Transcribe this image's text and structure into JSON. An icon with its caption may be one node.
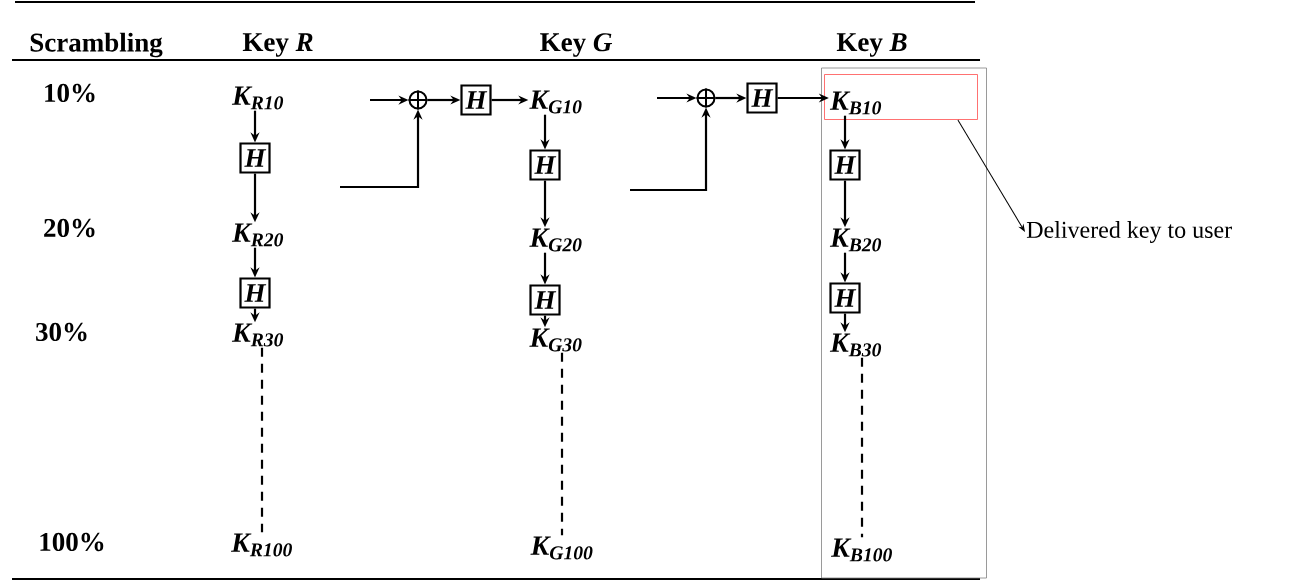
{
  "diagram": {
    "nodes": [
      {
        "text": [
          "K$_{R10}$"
        ]
      },
      {
        "text": [
          "H"
        ]
      },
      {
        "text": [
          "K$_{R20}$"
        ]
      },
      {
        "text": [
          "H"
        ]
      },
      {
        "text": [
          "K$_{R30}$"
        ]
      },
      {
        "text": [
          "K$_{R100}$"
        ]
      },
      {
        "text": [],
        "shape": "circle"
      },
      {
        "text": [
          "H"
        ]
      },
      {
        "text": [
          "K$_{G10}$"
        ]
      },
      {
        "text": [
          "H"
        ]
      },
      {
        "text": [
          "K$_{G20}$"
        ]
      },
      {
        "text": [
          "H"
        ]
      },
      {
        "text": [
          "K$_{G30}$"
        ]
      },
      {
        "text": [
          "K$_{G100}$"
        ]
      },
      {
        "text": [],
        "shape": "circle"
      },
      {
        "text": [
          "H"
        ]
      },
      {
        "text": [],
        "shape": "box"
      },
      {
        "text": [],
        "shape": "box",
        "in": 16
      },
      {
        "text": [
          "K$_{B10}$"
        ],
        "in": 17
      },
      {
        "text": [
          "H"
        ],
        "in": 16
      },
      {
        "text": [
          "K$_{B20}$"
        ],
        "in": 16
      },
      {
        "text": [
          "H"
        ],
        "in": 16
      },
      {
        "text": [
          "K$_{B30}$"
        ],
        "in": 16
      },
      {
        "text": [
          "K$_{B100}$"
        ],
        "in": 16
      },
      {
        "text": [
          "Delivered key to user"
        ]
      }
    ],
    "edges": [
      {
        "from": 0,
        "to": 1,
        "arrow": "to"
      },
      {
        "from": 1,
        "to": 2,
        "arrow": "to"
      },
      {
        "from": 2,
        "to": 3,
        "arrow": "to"
      },
      {
        "from": 3,
        "to": 4,
        "arrow": "to"
      },
      {
        "from": 4,
        "to": 5,
        "arrow": "none",
        "style": "dashed"
      },
      {
        "from": null,
        "to": 6,
        "arrow": "to"
      },
      {
        "from": null,
        "to": 6,
        "arrow": "to"
      },
      {
        "from": 6,
        "to": 7,
        "arrow": "to"
      },
      {
        "from": 7,
        "to": 8,
        "arrow": "to"
      },
      {
        "from": 8,
        "to": 9,
        "arrow": "to"
      },
      {
        "from": 9,
        "to": 10,
        "arrow": "to"
      },
      {
        "from": 10,
        "to": 11,
        "arrow": "to"
      },
      {
        "from": 11,
        "to": 12,
        "arrow": "to"
      },
      {
        "from": 12,
        "to": 13,
        "arrow": "none",
        "style": "dashed"
      },
      {
        "from": null,
        "to": 14,
        "arrow": "to"
      },
      {
        "from": null,
        "to": 14,
        "arrow": "to"
      },
      {
        "from": 14,
        "to": 15,
        "arrow": "to"
      },
      {
        "from": 15,
        "to": 18,
        "arrow": "to"
      },
      {
        "from": 18,
        "to": 19,
        "arrow": "to"
      },
      {
        "from": 19,
        "to": 20,
        "arrow": "to"
      },
      {
        "from": 20,
        "to": 21,
        "arrow": "to"
      },
      {
        "from": 21,
        "to": 22,
        "arrow": "to"
      },
      {
        "from": 22,
        "to": 23,
        "arrow": "none",
        "style": "dashed"
      },
      {
        "from": 17,
        "to": 24,
        "arrow": "to"
      }
    ],
    "labels": [
      "Scrambling",
      "Key *R*",
      "Key *G*",
      "Key *B*",
      "10%",
      "20%",
      "30%",
      "100%"
    ]
  }
}
